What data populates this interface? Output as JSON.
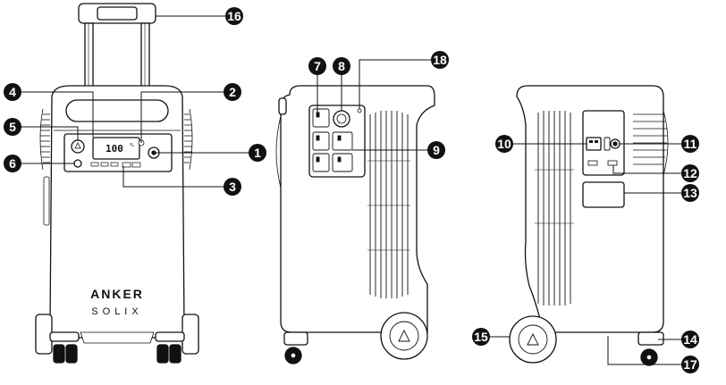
{
  "brand": {
    "name": "ANKER",
    "sub": "SOLIX"
  },
  "display": {
    "readout": "100",
    "unit": "%"
  },
  "callouts": {
    "c1": "1",
    "c2": "2",
    "c3": "3",
    "c4": "4",
    "c5": "5",
    "c6": "6",
    "c7": "7",
    "c8": "8",
    "c9": "9",
    "c10": "10",
    "c11": "11",
    "c12": "12",
    "c13": "13",
    "c14": "14",
    "c15": "15",
    "c16": "16",
    "c17": "17",
    "c18": "18"
  },
  "colors": {
    "line": "#111111",
    "fill": "#ffffff",
    "marker": "#111111"
  }
}
